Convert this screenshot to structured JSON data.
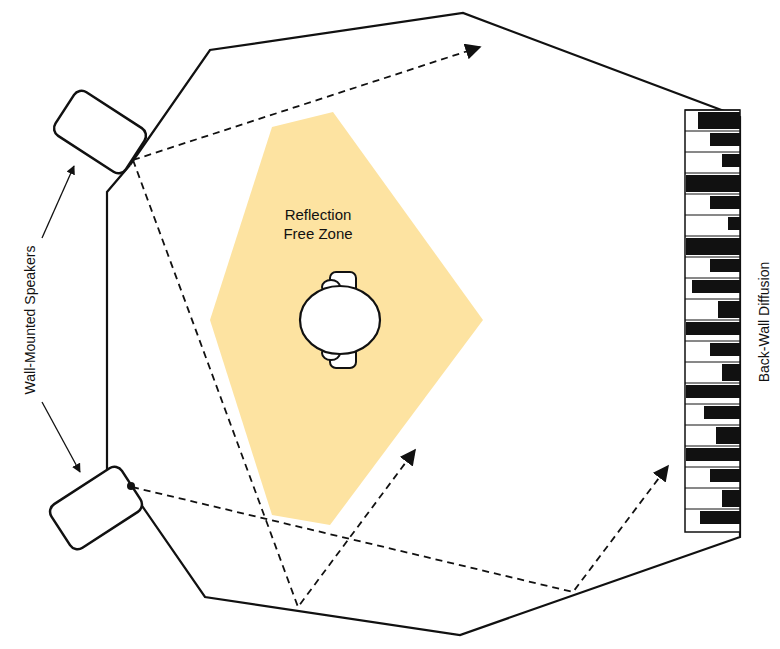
{
  "diagram": {
    "nodes": [
      {
        "text": [
          "Reflection Free Zone"
        ]
      }
    ],
    "labels": [
      "Wall-Mounted Speakers",
      "Back-Wall Diffusion"
    ]
  }
}
